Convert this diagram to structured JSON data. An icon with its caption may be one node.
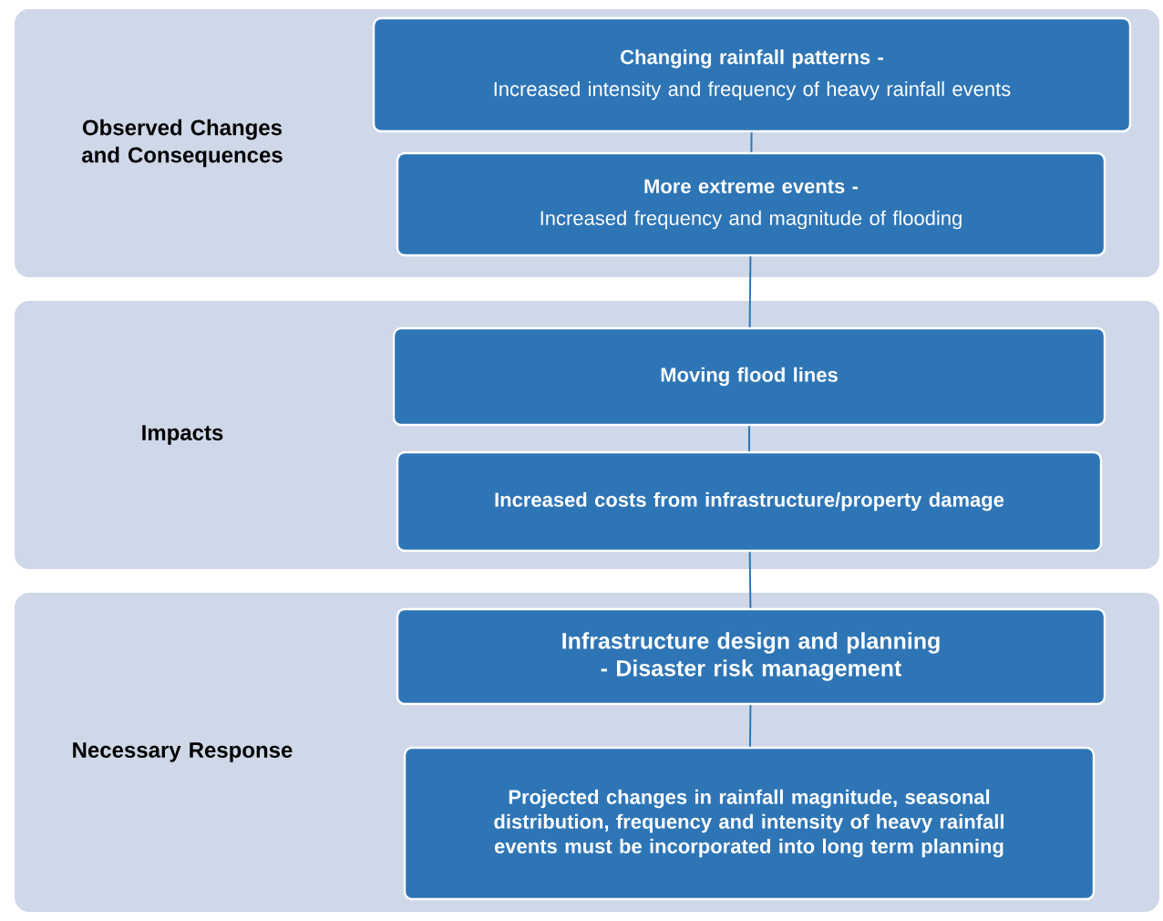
{
  "diagram": {
    "nodes": [
      {
        "text": [
          "Observed Changes and Consequences"
        ]
      },
      {
        "text": [
          "Changing rainfall patterns -",
          "Increased intensity and frequency of heavy rainfall events"
        ],
        "in": 0
      },
      {
        "text": [
          "More extreme events -",
          "Increased frequency and magnitude of flooding"
        ],
        "in": 0
      },
      {
        "text": [
          "Impacts"
        ]
      },
      {
        "text": [
          "Moving flood lines"
        ],
        "in": 3
      },
      {
        "text": [
          "Increased costs from infrastructure/property damage"
        ],
        "in": 3
      },
      {
        "text": [
          "Necessary Response"
        ]
      },
      {
        "text": [
          "Infrastructure design and planning - Disaster risk management"
        ],
        "in": 6
      },
      {
        "text": [
          "Projected changes in rainfall magnitude, seasonal distribution, frequency and intensity of heavy rainfall events must be incorporated into long term planning"
        ],
        "in": 6
      }
    ],
    "edges": [
      {
        "from": 1,
        "to": 2,
        "arrow": "none"
      },
      {
        "from": 2,
        "to": 4,
        "arrow": "none"
      },
      {
        "from": 4,
        "to": 5,
        "arrow": "none"
      },
      {
        "from": 5,
        "to": 7,
        "arrow": "none"
      },
      {
        "from": 7,
        "to": 8,
        "arrow": "none"
      }
    ]
  }
}
